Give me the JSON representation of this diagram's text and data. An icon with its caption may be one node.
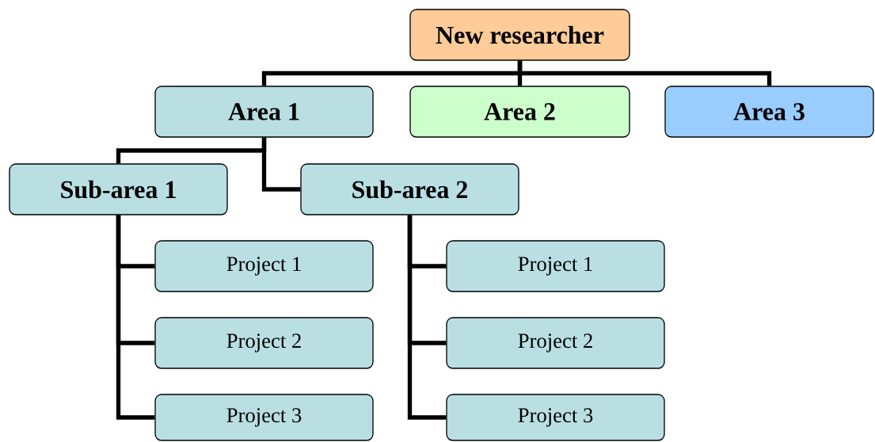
{
  "diagram": {
    "nodes": [
      {
        "text": [
          "New researcher"
        ]
      },
      {
        "text": [
          "Area 1"
        ]
      },
      {
        "text": [
          "Area 2"
        ]
      },
      {
        "text": [
          "Area 3"
        ]
      },
      {
        "text": [
          "Sub-area 1"
        ]
      },
      {
        "text": [
          "Sub-area 2"
        ]
      },
      {
        "text": [
          "Project 1"
        ]
      },
      {
        "text": [
          "Project 2"
        ]
      },
      {
        "text": [
          "Project 3"
        ]
      },
      {
        "text": [
          "Project 1"
        ]
      },
      {
        "text": [
          "Project 2"
        ]
      },
      {
        "text": [
          "Project 3"
        ]
      }
    ],
    "edges": [
      {
        "from": 0,
        "to": 1,
        "arrow": "none"
      },
      {
        "from": 0,
        "to": 2,
        "arrow": "none"
      },
      {
        "from": 0,
        "to": 3,
        "arrow": "none"
      },
      {
        "from": 1,
        "to": 4,
        "arrow": "none"
      },
      {
        "from": 1,
        "to": 5,
        "arrow": "none"
      },
      {
        "from": 4,
        "to": 6,
        "arrow": "none"
      },
      {
        "from": 4,
        "to": 7,
        "arrow": "none"
      },
      {
        "from": 4,
        "to": 8,
        "arrow": "none"
      },
      {
        "from": 5,
        "to": 9,
        "arrow": "none"
      },
      {
        "from": 5,
        "to": 10,
        "arrow": "none"
      },
      {
        "from": 5,
        "to": 11,
        "arrow": "none"
      }
    ]
  }
}
